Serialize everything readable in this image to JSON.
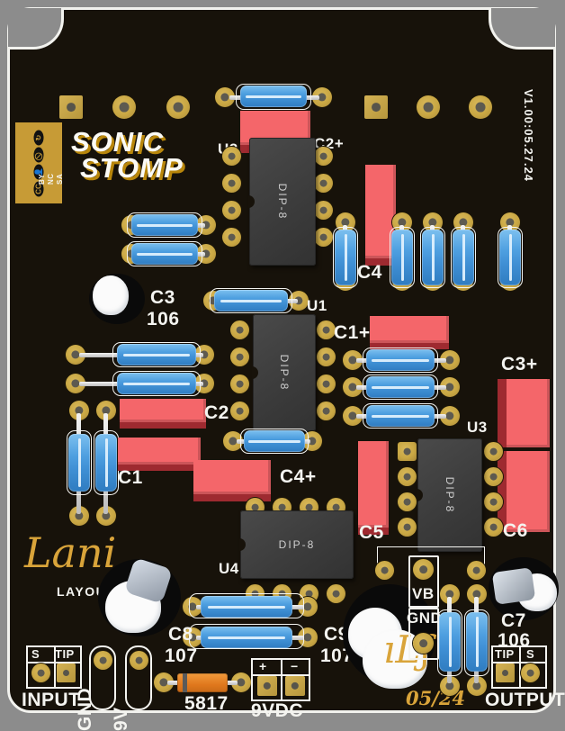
{
  "board": {
    "title_line1": "SONIC",
    "title_line2": "STOMP",
    "version": "V1.00:05.27.24",
    "signature": "Lani",
    "layout_by": "LAYOUT BY:",
    "date_stamp": "05/24",
    "logo_mark": "ıLʃ",
    "license": {
      "cc": "CC",
      "by": "BY",
      "nc": "NC",
      "sa": "SA"
    },
    "colors": {
      "substrate": "#17120a",
      "silkscreen": "#f4f4f0",
      "pad_gold": "#c9a743",
      "cap_blue": "#4e9fe0",
      "cap_red": "#f4666a",
      "ic_gray": "#3c3c3c",
      "accent_gold": "#d9a43a",
      "background": "#8c8c8c"
    }
  },
  "ics": [
    {
      "ref": "U1",
      "package": "DIP-8"
    },
    {
      "ref": "U2",
      "package": "DIP-8"
    },
    {
      "ref": "U3",
      "package": "DIP-8"
    },
    {
      "ref": "U4",
      "package": "DIP-8"
    }
  ],
  "designators": {
    "c1": "C1",
    "c2": "C2",
    "c3": "C3",
    "c3_value": "106",
    "c2_plus": "C2+",
    "c1_plus": "C1+",
    "c3_plus": "C3+",
    "c4": "C4",
    "c4_plus": "C4+",
    "c5": "C5",
    "c6": "C6",
    "c7": "C7",
    "c7_value": "106",
    "c8": "C8",
    "c8_value": "107",
    "c9": "C9",
    "c9_value": "107",
    "u1": "U1",
    "u2": "U2",
    "u3": "U3",
    "u4": "U4",
    "diode": "5817"
  },
  "connectors": {
    "input": {
      "label": "INPUT",
      "pin_left": "S",
      "pin_right": "TIP"
    },
    "output": {
      "label": "OUTPUT",
      "pin_left": "TIP",
      "pin_right": "S"
    },
    "power": {
      "label": "9VDC",
      "pin_plus": "+",
      "pin_minus": "−"
    },
    "gnd_label": "GND",
    "nine_volt_label": "9V"
  },
  "testpoints": [
    {
      "label": "VB"
    },
    {
      "label": "GND"
    }
  ]
}
